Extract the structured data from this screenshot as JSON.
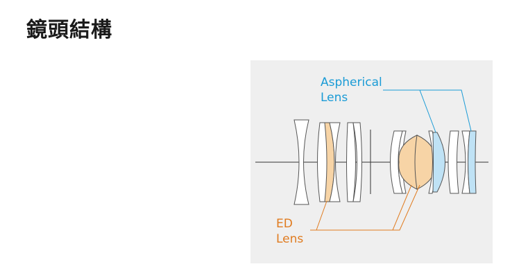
{
  "page": {
    "heading": "鏡頭結構"
  },
  "diagram": {
    "aspherical_label": [
      "Aspherical",
      "Lens"
    ],
    "ed_label": [
      "ED",
      "Lens"
    ],
    "colors": {
      "aspherical": "#1a9bd6",
      "aspherical_fill": "#bfe2f5",
      "ed": "#e07b1f",
      "ed_fill": "#f7d4a6",
      "lens_fill": "#ffffff",
      "lens_stroke": "#555555",
      "axis": "#333333",
      "background": "#efefef"
    }
  }
}
